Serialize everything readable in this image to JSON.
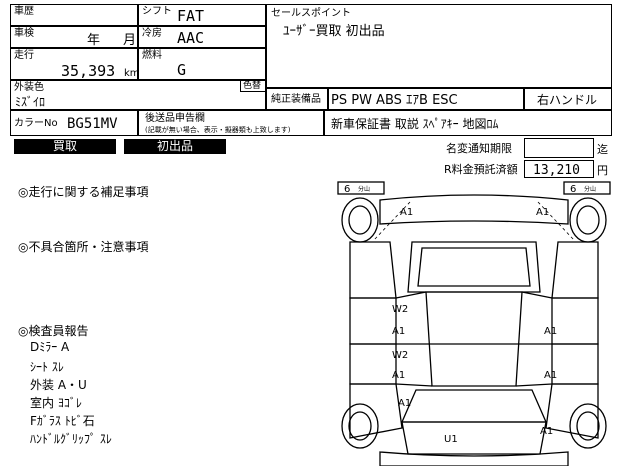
{
  "sheet": {
    "year_label": "車歴",
    "shift_label": "シフト",
    "shift_value": "FAT",
    "sales_point_label": "セールスポイント",
    "sales_point_value": "ﾕｰｻﾞｰ買取 初出品",
    "registration_label": "車検",
    "registration_year": "年",
    "registration_month": "月",
    "ac_label": "冷房",
    "ac_value": "AAC",
    "mileage_label": "走行",
    "mileage_value": "35,393",
    "mileage_unit": "km",
    "fuel_label": "燃料",
    "fuel_value": "G",
    "exterior_color_label": "外装色",
    "color_swatch_label": "色替",
    "exterior_color_value": "ﾐｽﾞｲﾛ",
    "standard_equipment_label": "純正装備品",
    "standard_equipment_value": "PS PW ABS ｴｱB ESC",
    "steering_value": "右ハンドル",
    "color_no_label": "カラーNo",
    "color_no_value": "BG51MV",
    "aftermarket_label": "後送品申告欄",
    "aftermarket_note": "(記載が無い場合、表示・擬器類も上致します)",
    "docs_value": "新車保証書 取説 ｽﾍﾟｱｷｰ 地図ﾛﾑ",
    "buyback_badge": "買取",
    "first_listing_badge": "初出品",
    "name_change_label": "名変通知期限",
    "name_change_unit": "迄",
    "recycle_label": "R料金預託済額",
    "recycle_value": "13,210",
    "recycle_unit": "円"
  },
  "notes": {
    "driving_supplement_heading": "◎走行に関する補足事項",
    "defects_heading": "◎不具合箇所・注意事項",
    "inspector_heading": "◎検査員報告",
    "inspector_lines": [
      "Dﾐﾗｰ A",
      "ｼｰﾄ ｽﾚ",
      "外装 A・U",
      "室内 ﾖｺﾞﾚ",
      "Fｶﾞﾗｽ ﾄﾋﾞ石",
      "ﾊﾝﾄﾞﾙｸﾞﾘｯﾌﾟ ｽﾚ"
    ]
  },
  "diagram": {
    "tire_left_label": "6",
    "tire_left_unit": "分山",
    "tire_right_label": "6",
    "tire_right_unit": "分山",
    "marks": {
      "front_left": "A1",
      "front_right": "A1",
      "door_front_top": "W2",
      "door_front": "A1",
      "door_rear_top": "W2",
      "door_rear": "A1",
      "right_front_door": "A1",
      "right_rear_door": "A1",
      "rear_left": "A1",
      "rear_right": "A1",
      "trunk": "U1"
    }
  }
}
